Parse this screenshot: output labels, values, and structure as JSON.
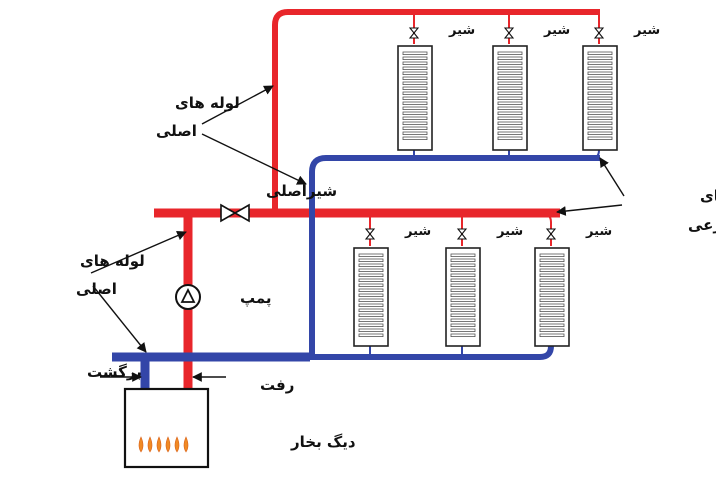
{
  "labels": {
    "main_pipes_top_1": "لوله های",
    "main_pipes_top_2": "اصلی",
    "main_pipes_left_1": "لوله های",
    "main_pipes_left_2": "اصلی",
    "branch_pipes_1": "لوله‌های",
    "branch_pipes_2": "فرعی",
    "main_valve": "شیراصلی",
    "pump": "پمپ",
    "return": "برگشت",
    "supply": "رفت",
    "boiler": "دیگ بخار",
    "valve": "شیر"
  },
  "colors": {
    "supply_pipe": "#e8262b",
    "return_pipe": "#3346a8",
    "radiator_outline": "#222222",
    "flame": "#f08a24"
  },
  "icons": [
    "valve-icon",
    "pump-icon",
    "flame-icon",
    "radiator-icon",
    "arrow-icon"
  ]
}
